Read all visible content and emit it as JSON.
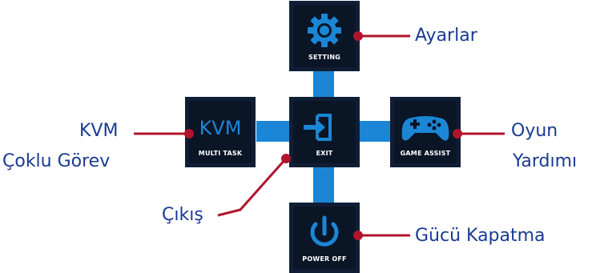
{
  "colors": {
    "connector": "#1b86d6",
    "tile": "#0a1526",
    "tile_border": "#101e35",
    "icon": "#1b86d6",
    "callout_line": "#b0152c",
    "label_text": "#1a3a93"
  },
  "tiles": {
    "setting": {
      "caption": "SETTING",
      "icon": "gear-icon"
    },
    "exit": {
      "caption": "EXIT",
      "icon": "exit-icon"
    },
    "multitask": {
      "caption": "MULTI TASK",
      "word": "KVM"
    },
    "game": {
      "caption": "GAME ASSIST",
      "icon": "gamepad-icon"
    },
    "power": {
      "caption": "POWER OFF",
      "icon": "power-icon"
    }
  },
  "labels": {
    "settings": "Ayarlar",
    "kvm_line1": "KVM",
    "kvm_line2": "Çoklu Görev",
    "game_line1": "Oyun",
    "game_line2": "Yardımı",
    "exit": "Çıkış",
    "power": "Gücü Kapatma"
  }
}
